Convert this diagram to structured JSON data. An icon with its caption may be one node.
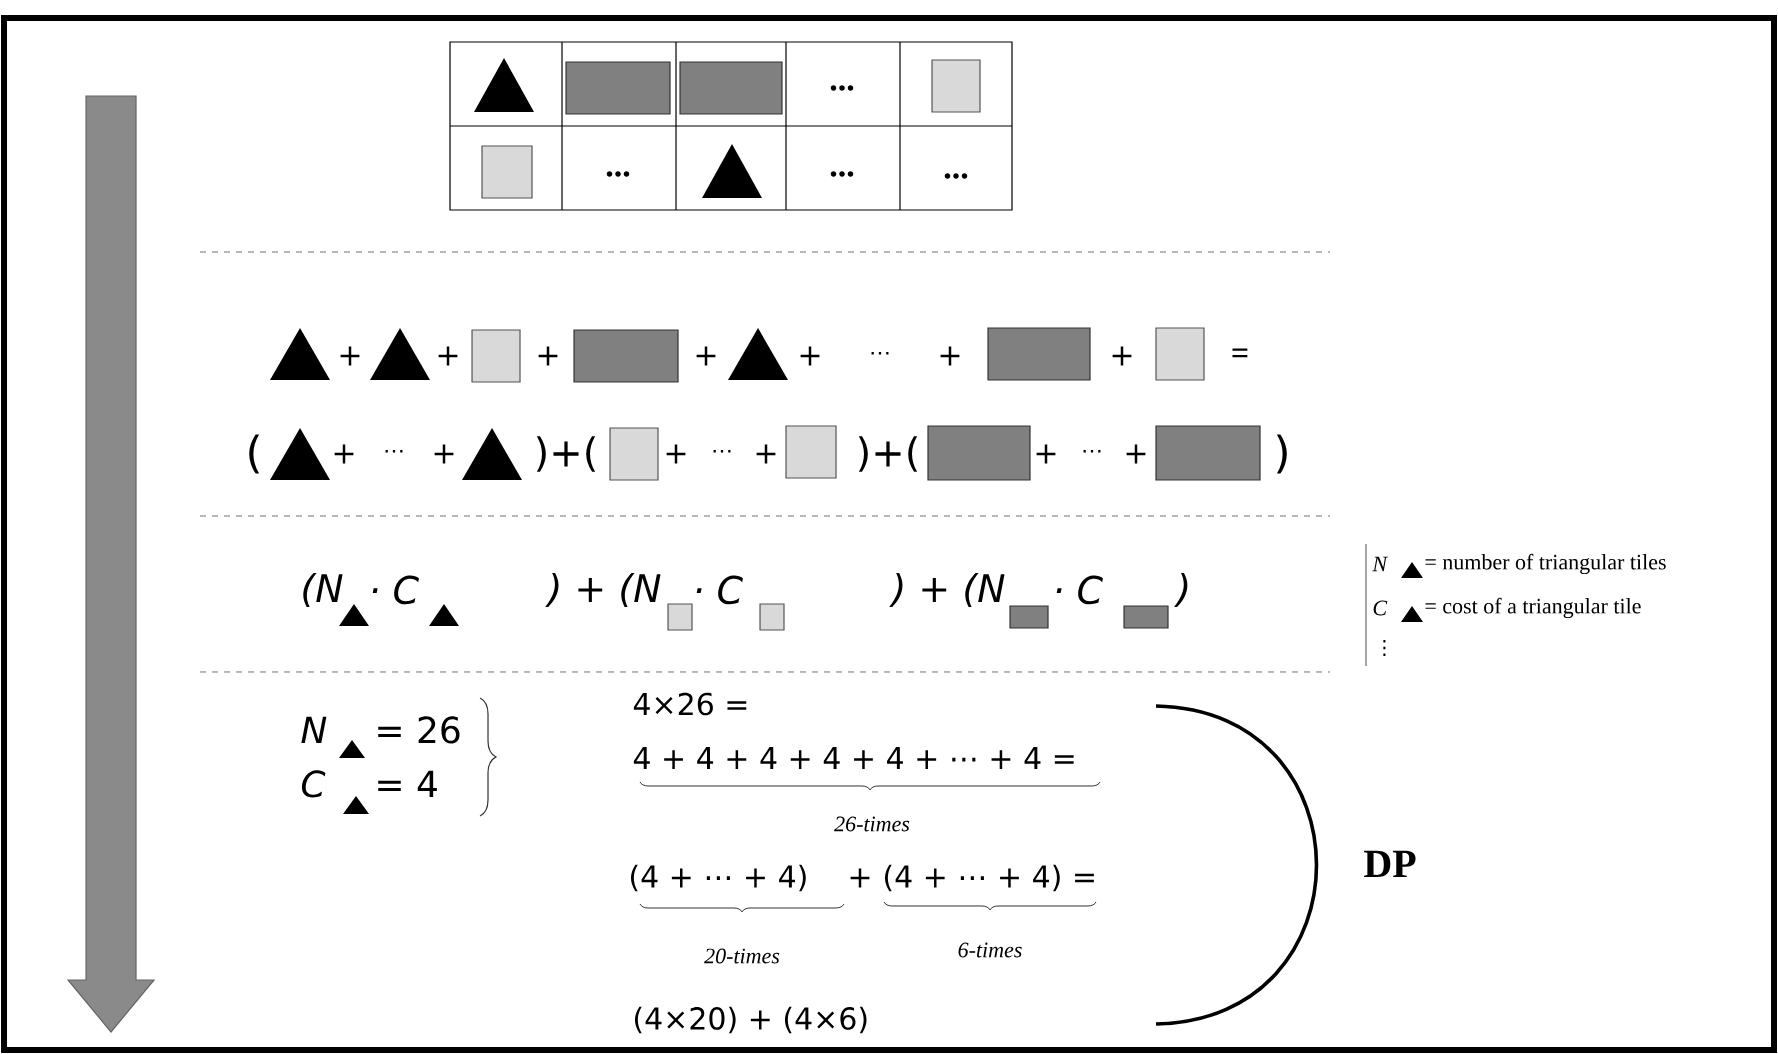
{
  "diagram": {
    "labels": [
      "...",
      "...",
      "...",
      "...",
      "+",
      "+",
      "+",
      "+",
      "+",
      "⋯",
      "+",
      "+",
      "=",
      "(",
      "+",
      "⋯",
      "+",
      ")+(",
      "+",
      "⋯",
      "+",
      ")+(",
      "+",
      "⋯",
      "+",
      ")",
      "(N",
      "· C",
      ") + (N",
      "· C",
      ") + (N",
      "· C",
      ")",
      "N",
      "= number of triangular tiles",
      "C",
      "= cost of a triangular tile",
      "⋮",
      "N",
      "= 26",
      "C",
      "= 4",
      "4×26 =",
      "4 + 4 + 4 + 4 + 4 + ⋯ + 4 =",
      "26-times",
      "(4 + ⋯ + 4)",
      "+",
      "(4 + ⋯ + 4) =",
      "20-times",
      "6-times",
      "(4×20) + (4×6)",
      "DP"
    ]
  }
}
